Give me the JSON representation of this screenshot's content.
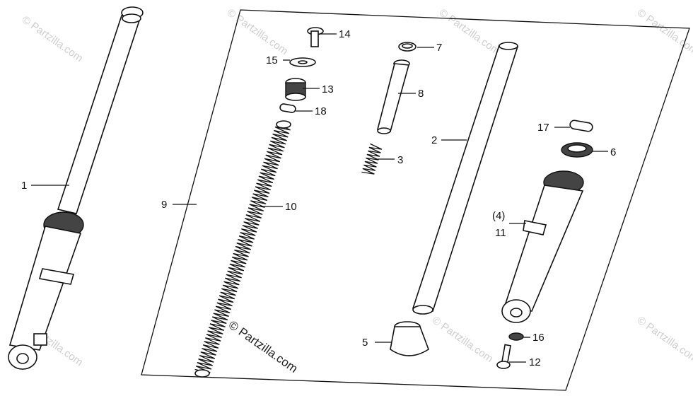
{
  "callouts": {
    "l1": "1",
    "l2": "2",
    "l3": "3",
    "l4": "(4)",
    "l5": "5",
    "l6": "6",
    "l7": "7",
    "l8": "8",
    "l9": "9",
    "l10": "10",
    "l11": "11",
    "l12": "12",
    "l13": "13",
    "l14": "14",
    "l15": "15",
    "l16": "16",
    "l17": "17",
    "l18": "18"
  },
  "watermark": {
    "main": "© Partzilla.com",
    "faint": "© Partzilla.com"
  }
}
